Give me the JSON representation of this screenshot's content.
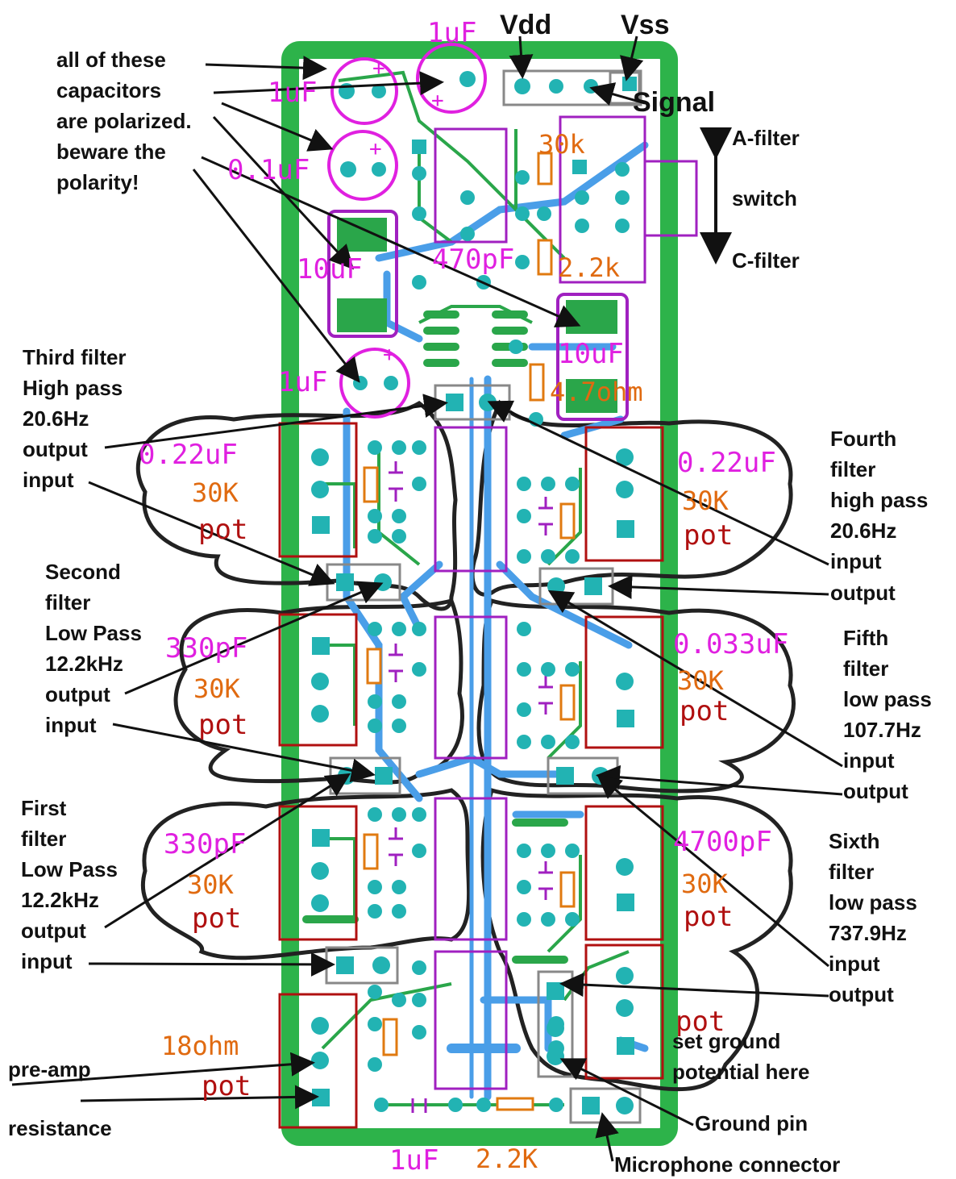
{
  "top": {
    "cap_1uf_top": "1uF",
    "vdd": "Vdd",
    "vss": "Vss",
    "signal": "Signal",
    "cap_1uf_left": "1uF",
    "cap_01uf": "0.1uF",
    "cap_10uf_left": "10uF",
    "cap_470pf": "470pF",
    "res_30k": "30k",
    "res_22k": "2.2k",
    "cap_10uf_right": "10uF",
    "res_47ohm": "4.7ohm",
    "cap_1uf_mid": "1uF"
  },
  "polarity_note": [
    "all of these",
    "capacitors",
    "are polarized.",
    "beware the",
    "polarity!"
  ],
  "switch": {
    "a_filter": "A-filter",
    "label": "switch",
    "c_filter": "C-filter"
  },
  "left_filters": [
    {
      "lines": [
        "Third filter",
        "High pass",
        "20.6Hz",
        "output",
        "input"
      ],
      "cap": "0.22uF",
      "pot_value": "30K",
      "pot": "pot"
    },
    {
      "lines": [
        "Second",
        "filter",
        "Low Pass",
        "12.2kHz",
        "output",
        "input"
      ],
      "cap": "330pF",
      "pot_value": "30K",
      "pot": "pot"
    },
    {
      "lines": [
        "First",
        "filter",
        "Low Pass",
        "12.2kHz",
        "output",
        "input"
      ],
      "cap": "330pF",
      "pot_value": "30K",
      "pot": "pot"
    }
  ],
  "right_filters": [
    {
      "lines": [
        "Fourth",
        "filter",
        "high pass",
        "20.6Hz",
        "input",
        "output"
      ],
      "cap": "0.22uF",
      "pot_value": "30K",
      "pot": "pot"
    },
    {
      "lines": [
        "Fifth",
        "filter",
        "low pass",
        "107.7Hz",
        "input",
        "output"
      ],
      "cap": "0.033uF",
      "pot_value": "30K",
      "pot": "pot"
    },
    {
      "lines": [
        "Sixth",
        "filter",
        "low pass",
        "737.9Hz",
        "input",
        "output"
      ],
      "cap": "4700pF",
      "pot_value": "30K",
      "pot": "pot"
    }
  ],
  "bottom": {
    "res_18ohm": "18ohm",
    "pot_left": "pot",
    "preamp": "pre-amp",
    "resistance": "resistance",
    "pot_right": "pot",
    "set_ground_1": "set ground",
    "set_ground_2": "potential here",
    "ground_pin": "Ground pin",
    "cap_1uf_bottom": "1uF",
    "res_22k_bottom": "2.2K",
    "mic_connector": "Microphone connector"
  },
  "colors": {
    "board": "#2db34a",
    "board_fill": "#ffffff",
    "trace_blue": "#4a9ee8",
    "trace_green": "#2aa64a",
    "pad": "#22b3b3",
    "ic_outline": "#a020c0",
    "pot_outline": "#b01010",
    "resistor": "#e07a10"
  }
}
